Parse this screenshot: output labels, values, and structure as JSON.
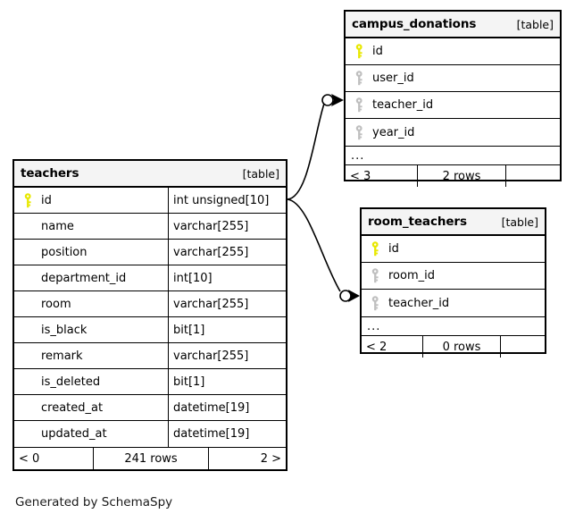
{
  "diagram": {
    "generator_caption": "Generated by SchemaSpy",
    "table_kind_label": "[table]",
    "ellipsis": "...",
    "colors": {
      "primary_key_icon": "#e8e800",
      "foreign_key_icon": "#bfbfbf",
      "border": "#000000",
      "header_background": "#f4f4f4",
      "page_background": "#ffffff"
    }
  },
  "tables": {
    "teachers": {
      "name": "teachers",
      "kind": "[table]",
      "columns": [
        {
          "icon": "primary-key-icon",
          "name": "id",
          "type": "int unsigned[10]"
        },
        {
          "icon": "none",
          "name": "name",
          "type": "varchar[255]"
        },
        {
          "icon": "none",
          "name": "position",
          "type": "varchar[255]"
        },
        {
          "icon": "none",
          "name": "department_id",
          "type": "int[10]"
        },
        {
          "icon": "none",
          "name": "room",
          "type": "varchar[255]"
        },
        {
          "icon": "none",
          "name": "is_black",
          "type": "bit[1]"
        },
        {
          "icon": "none",
          "name": "remark",
          "type": "varchar[255]"
        },
        {
          "icon": "none",
          "name": "is_deleted",
          "type": "bit[1]"
        },
        {
          "icon": "none",
          "name": "created_at",
          "type": "datetime[19]"
        },
        {
          "icon": "none",
          "name": "updated_at",
          "type": "datetime[19]"
        }
      ],
      "footer": {
        "prev": "< 0",
        "rows": "241 rows",
        "next": "2 >"
      }
    },
    "campus_donations": {
      "name": "campus_donations",
      "kind": "[table]",
      "columns": [
        {
          "icon": "primary-key-icon",
          "name": "id"
        },
        {
          "icon": "foreign-key-icon",
          "name": "user_id"
        },
        {
          "icon": "foreign-key-icon",
          "name": "teacher_id"
        },
        {
          "icon": "foreign-key-icon",
          "name": "year_id"
        }
      ],
      "ellipsis": "...",
      "footer": {
        "prev": "< 3",
        "rows": "2 rows",
        "next": ""
      }
    },
    "room_teachers": {
      "name": "room_teachers",
      "kind": "[table]",
      "columns": [
        {
          "icon": "primary-key-icon",
          "name": "id"
        },
        {
          "icon": "foreign-key-icon",
          "name": "room_id"
        },
        {
          "icon": "foreign-key-icon",
          "name": "teacher_id"
        }
      ],
      "ellipsis": "...",
      "footer": {
        "prev": "< 2",
        "rows": "0 rows",
        "next": ""
      }
    }
  },
  "relationships": [
    {
      "from_table": "teachers",
      "from_column": "id",
      "to_table": "campus_donations",
      "to_column": "teacher_id"
    },
    {
      "from_table": "teachers",
      "from_column": "id",
      "to_table": "room_teachers",
      "to_column": "teacher_id"
    }
  ]
}
